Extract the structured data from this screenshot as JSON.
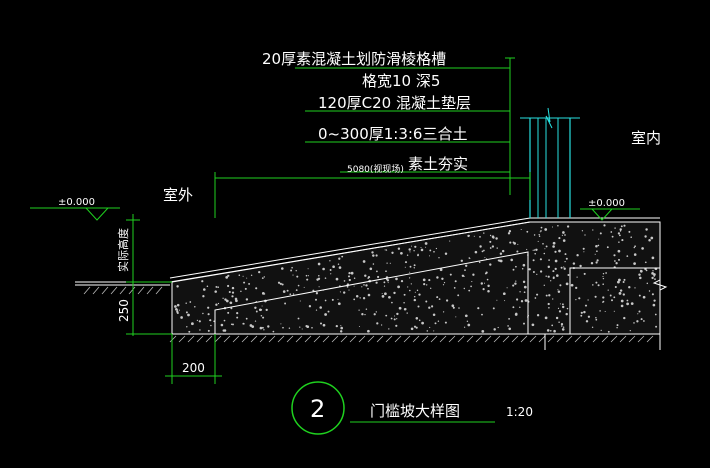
{
  "layers": [
    {
      "line1": "20厚素混凝土划防滑棱格槽",
      "line2": "格宽10  深5"
    },
    {
      "line1": "120厚C20 混凝土垫层"
    },
    {
      "line1": "0~300厚1:3:6三合土"
    },
    {
      "line1": "素土夯实"
    }
  ],
  "dim_top": "5080(视现场)",
  "left_label": "室外",
  "right_label": "室内",
  "level_left": "±0.000",
  "level_right": "±0.000",
  "dim_left_height": "实际高度",
  "dim_250": "250",
  "dim_200": "200",
  "detail_number": "2",
  "detail_title": "门槛坡大样图",
  "scale": "1:20",
  "colors": {
    "background": "#000000",
    "line": "#ffffff",
    "dimension": "#1fd11f",
    "wall": "#28e0e0"
  }
}
